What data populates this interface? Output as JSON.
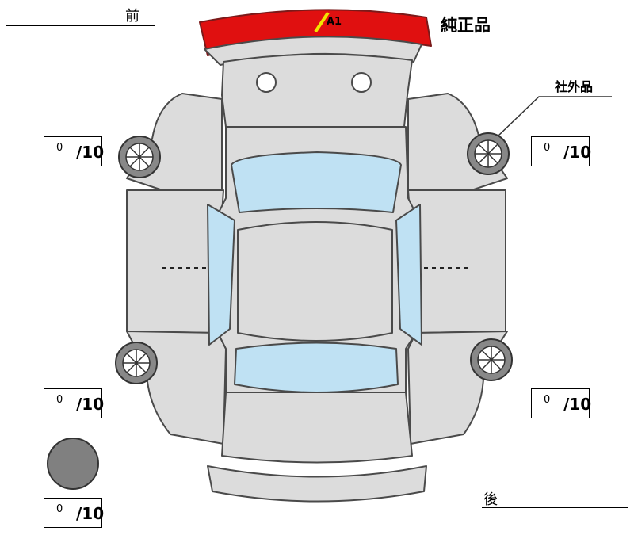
{
  "labels": {
    "front": "前",
    "rear": "後",
    "genuine_part": "純正品",
    "aftermarket_part": "社外品",
    "damage_code": "A1"
  },
  "tires": {
    "front_left": {
      "value": "0",
      "denominator": "/10"
    },
    "front_right": {
      "value": "0",
      "denominator": "/10"
    },
    "rear_left": {
      "value": "0",
      "denominator": "/10"
    },
    "rear_right": {
      "value": "0",
      "denominator": "/10"
    },
    "spare": {
      "value": "0",
      "denominator": "/10"
    }
  },
  "colors": {
    "body": "#dcdcdc",
    "outline": "#4a4a4a",
    "glass": "#bfe1f3",
    "damaged_part": "#e01010",
    "damage_mark": "#f2e600",
    "spare_tire": "#808080"
  }
}
